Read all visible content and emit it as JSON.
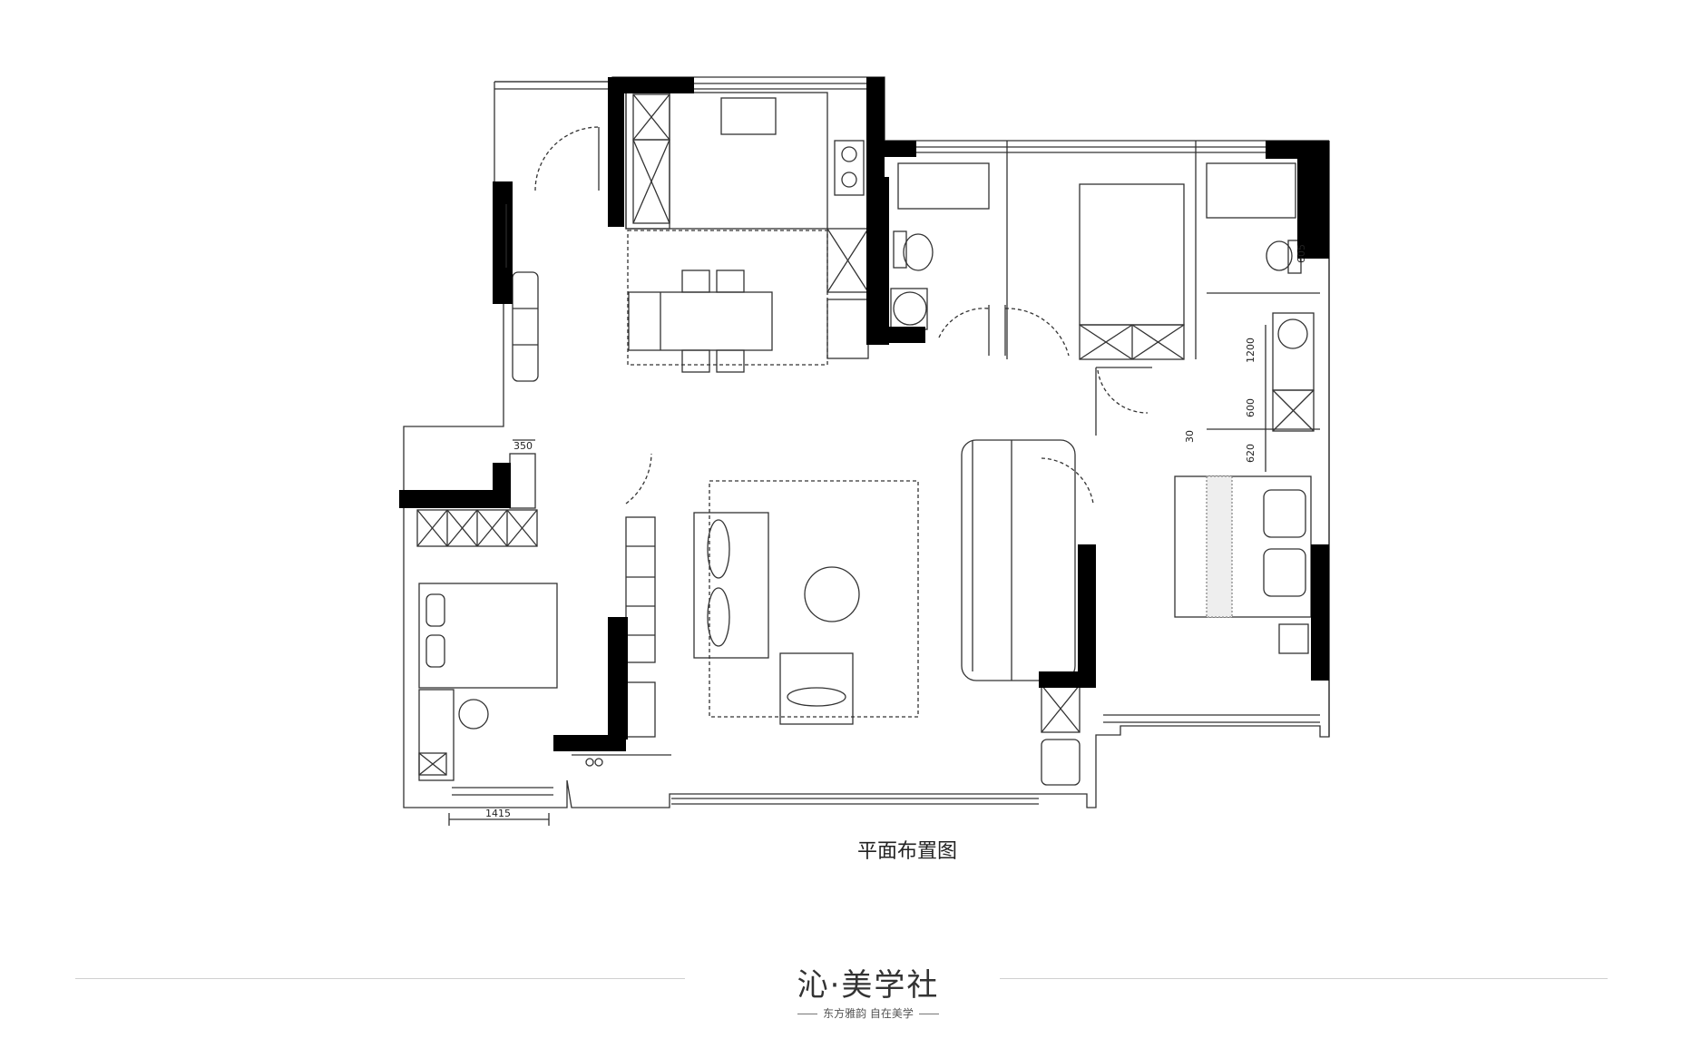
{
  "drawing": {
    "caption": "平面布置图",
    "dimensions": {
      "d350": "350",
      "d1415": "1415",
      "d1200": "1200",
      "d600": "600",
      "d620": "620",
      "d605": "605",
      "d30": "30"
    }
  },
  "brand": {
    "name": "沁·美学社",
    "slogan": "东方雅韵 自在美学"
  },
  "colors": {
    "wall": "#000000",
    "line": "#333333",
    "rule": "#cfcfcf"
  }
}
